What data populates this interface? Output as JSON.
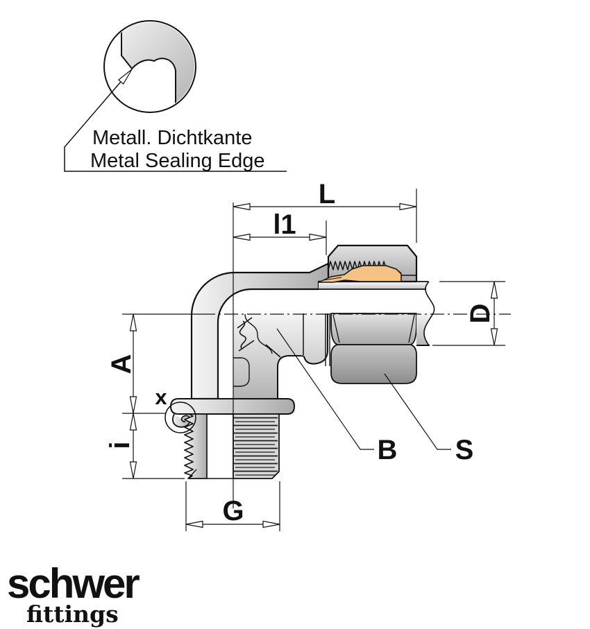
{
  "detail_view": {
    "caption_de": "Metall. Dichtkante",
    "caption_en": "Metal Sealing Edge"
  },
  "dimensions": {
    "L": "L",
    "l1": "l1",
    "D": "D",
    "A": "A",
    "x": "x",
    "i": "i",
    "G": "G"
  },
  "part_labels": {
    "body": "B",
    "nut": "S"
  },
  "logo": {
    "brand": "schwer",
    "tagline": "fittings"
  },
  "colors": {
    "cutting_ring": "#f4c285",
    "logo": "#a69d92",
    "line": "#111111"
  }
}
